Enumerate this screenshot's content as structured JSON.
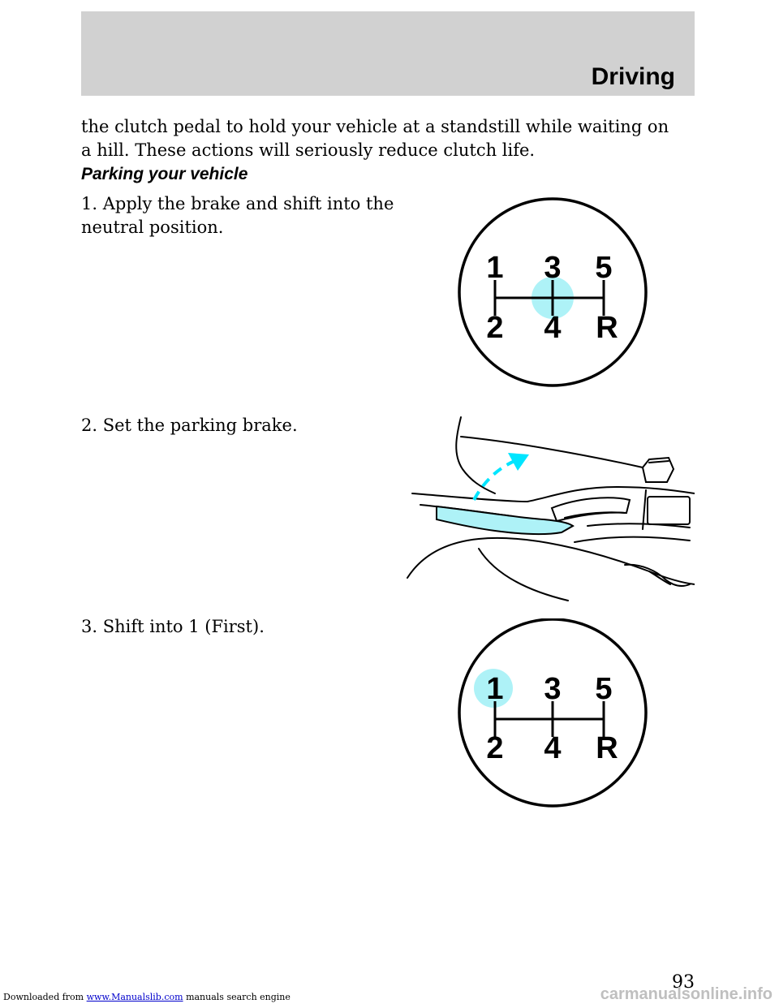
{
  "header": {
    "section_title": "Driving"
  },
  "content": {
    "intro_text": "the clutch pedal to hold your vehicle at a standstill while waiting on a hill. These actions will seriously reduce clutch life.",
    "subheading": "Parking your vehicle",
    "steps": [
      {
        "text": "1. Apply the brake and shift into the neutral position."
      },
      {
        "text": "2. Set the parking brake."
      },
      {
        "text": "3. Shift into 1 (First)."
      }
    ]
  },
  "gear_diagrams": [
    {
      "labels": [
        "1",
        "3",
        "5",
        "2",
        "4",
        "R"
      ],
      "highlight": "neutral"
    },
    {
      "labels": [
        "1",
        "3",
        "5",
        "2",
        "4",
        "R"
      ],
      "highlight": "1"
    }
  ],
  "colors": {
    "highlight": "#aef2f7",
    "header_band": "#d1d1d1",
    "arrow": "#00e5ff"
  },
  "page_number": "93",
  "footer": {
    "prefix": "Downloaded from",
    "link": "www.Manualslib.com",
    "suffix": "manuals search engine"
  },
  "watermark": "carmanualsonline.info"
}
